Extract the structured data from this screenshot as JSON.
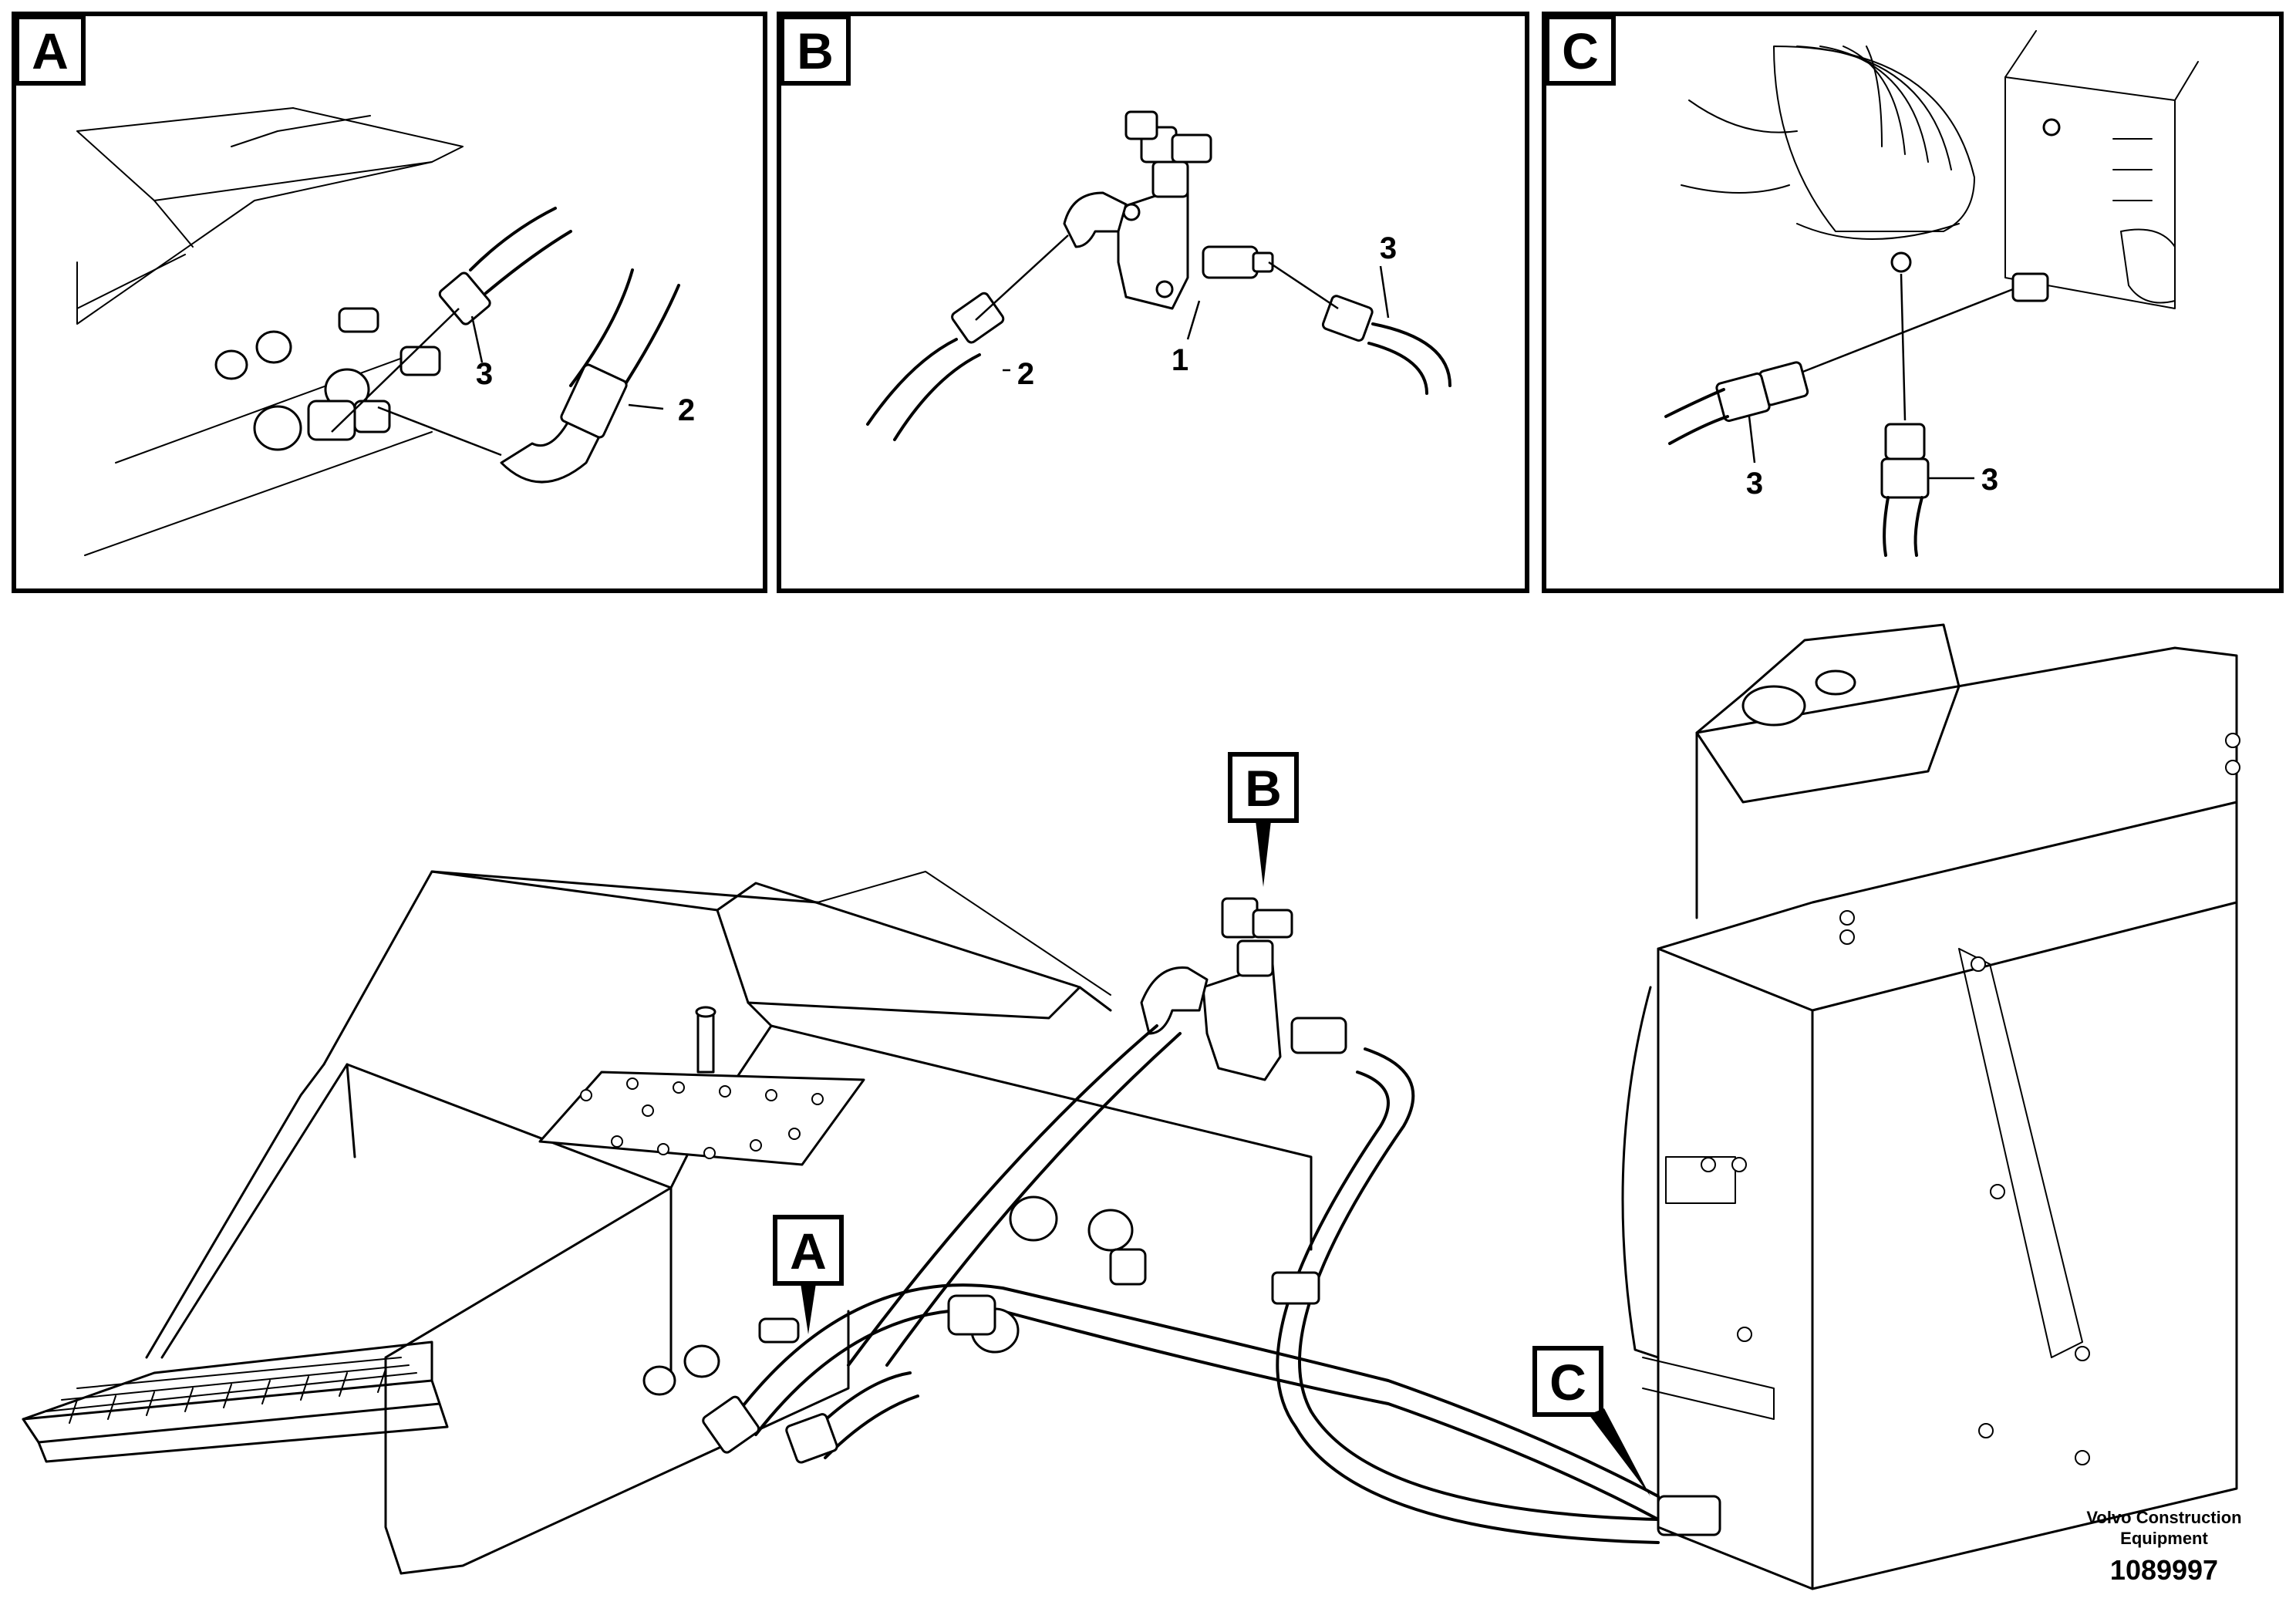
{
  "panels": [
    {
      "tag": "A",
      "callouts": [
        "3",
        "2"
      ]
    },
    {
      "tag": "B",
      "callouts": [
        "1",
        "2",
        "3"
      ]
    },
    {
      "tag": "C",
      "callouts": [
        "3",
        "3"
      ]
    }
  ],
  "main_view": {
    "tags": [
      "B",
      "A",
      "C"
    ]
  },
  "footer": {
    "company_line1": "Volvo Construction",
    "company_line2": "Equipment",
    "drawing_number": "1089997"
  }
}
